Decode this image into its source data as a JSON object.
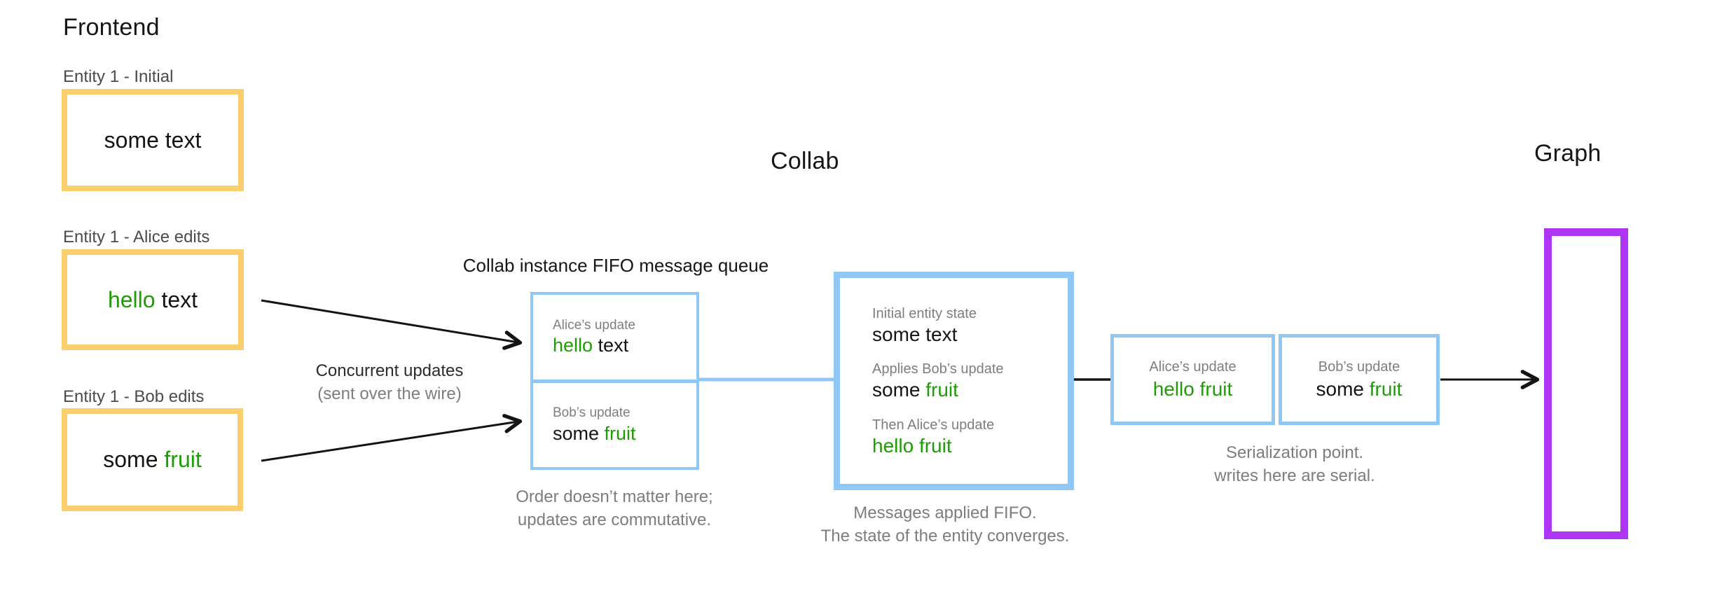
{
  "colors": {
    "yellow": "#FBCF6D",
    "blue": "#8FC8F6",
    "purple": "#AE35F1",
    "green": "#1E9C06",
    "black": "#141414",
    "gray": "#7E7E7E"
  },
  "frontend": {
    "title": "Frontend",
    "entities": [
      {
        "label": "Entity 1 - Initial",
        "value": [
          {
            "text": "some text",
            "color": "black"
          }
        ]
      },
      {
        "label": "Entity 1 - Alice edits",
        "value": [
          {
            "text": "hello",
            "color": "green"
          },
          {
            "text": " text",
            "color": "black"
          }
        ]
      },
      {
        "label": "Entity 1 - Bob edits",
        "value": [
          {
            "text": "some ",
            "color": "black"
          },
          {
            "text": "fruit",
            "color": "green"
          }
        ]
      }
    ]
  },
  "wire_caption": {
    "line1": "Concurrent updates",
    "line2": "(sent over the wire)"
  },
  "collab": {
    "title": "Collab",
    "queue_title": "Collab instance FIFO message queue",
    "queue_cells": [
      {
        "label": "Alice’s update",
        "value": [
          {
            "text": "hello",
            "color": "green"
          },
          {
            "text": " text",
            "color": "black"
          }
        ]
      },
      {
        "label": "Bob’s update",
        "value": [
          {
            "text": "some ",
            "color": "black"
          },
          {
            "text": "fruit",
            "color": "green"
          }
        ]
      }
    ],
    "queue_note": {
      "line1": "Order doesn’t matter here;",
      "line2": "updates are commutative."
    },
    "states": [
      {
        "label": "Initial entity state",
        "value": [
          {
            "text": "some text",
            "color": "black"
          }
        ]
      },
      {
        "label": "Applies Bob’s update",
        "value": [
          {
            "text": "some ",
            "color": "black"
          },
          {
            "text": "fruit",
            "color": "green"
          }
        ]
      },
      {
        "label": "Then Alice’s update",
        "value": [
          {
            "text": "hello fruit",
            "color": "green"
          }
        ]
      }
    ],
    "state_note": {
      "line1": "Messages applied FIFO.",
      "line2": "The state of the entity converges."
    }
  },
  "serialization": {
    "cells": [
      {
        "label": "Alice’s update",
        "value": [
          {
            "text": "hello fruit",
            "color": "green"
          }
        ]
      },
      {
        "label": "Bob’s update",
        "value": [
          {
            "text": "some ",
            "color": "black"
          },
          {
            "text": "fruit",
            "color": "green"
          }
        ]
      }
    ],
    "note": {
      "line1": "Serialization point.",
      "line2": "writes here are serial."
    }
  },
  "graph": {
    "title": "Graph"
  }
}
